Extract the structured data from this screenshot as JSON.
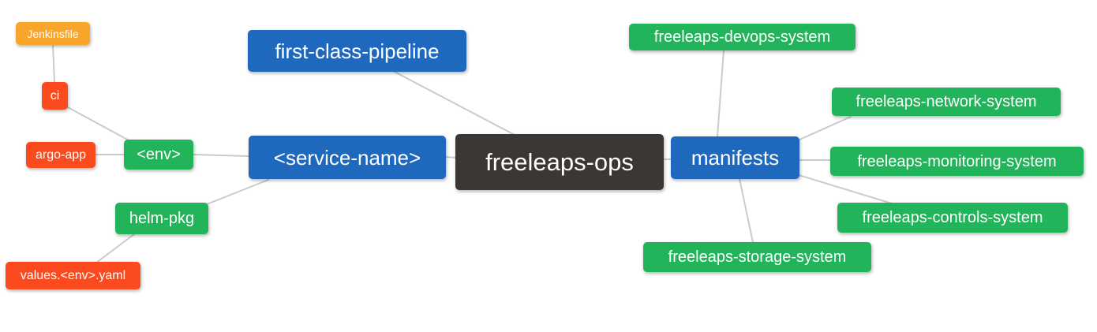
{
  "colors": {
    "blue": "#1e68be",
    "green": "#22b45b",
    "red": "#fb4a1d",
    "orange": "#f9a42a",
    "dark": "#3b3735",
    "line": "#cbcbcb",
    "text": "#ffffff"
  },
  "nodes": {
    "root": {
      "label": "freeleaps-ops"
    },
    "first_class_pipeline": {
      "label": "first-class-pipeline"
    },
    "service_name": {
      "label": "<service-name>"
    },
    "env": {
      "label": "<env>"
    },
    "ci": {
      "label": "ci"
    },
    "jenkinsfile": {
      "label": "Jenkinsfile"
    },
    "argo_app": {
      "label": "argo-app"
    },
    "helm_pkg": {
      "label": "helm-pkg"
    },
    "values_env_yaml": {
      "label": "values.<env>.yaml"
    },
    "manifests": {
      "label": "manifests"
    },
    "devops_system": {
      "label": "freeleaps-devops-system"
    },
    "network_system": {
      "label": "freeleaps-network-system"
    },
    "monitoring_system": {
      "label": "freeleaps-monitoring-system"
    },
    "controls_system": {
      "label": "freeleaps-controls-system"
    },
    "storage_system": {
      "label": "freeleaps-storage-system"
    }
  },
  "edges": [
    {
      "from": "jenkinsfile",
      "to": "ci"
    },
    {
      "from": "ci",
      "to": "env"
    },
    {
      "from": "argo_app",
      "to": "env"
    },
    {
      "from": "env",
      "to": "service_name"
    },
    {
      "from": "helm_pkg",
      "to": "service_name"
    },
    {
      "from": "values_env_yaml",
      "to": "helm_pkg"
    },
    {
      "from": "first_class_pipeline",
      "to": "root"
    },
    {
      "from": "service_name",
      "to": "root"
    },
    {
      "from": "root",
      "to": "manifests"
    },
    {
      "from": "devops_system",
      "to": "manifests"
    },
    {
      "from": "manifests",
      "to": "network_system"
    },
    {
      "from": "manifests",
      "to": "monitoring_system"
    },
    {
      "from": "manifests",
      "to": "controls_system"
    },
    {
      "from": "manifests",
      "to": "storage_system"
    }
  ]
}
